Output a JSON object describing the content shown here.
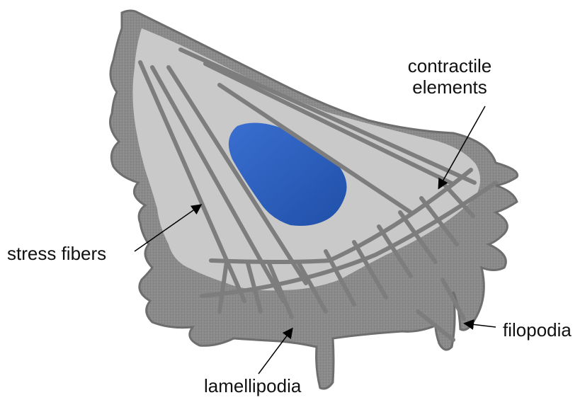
{
  "labels": {
    "contractile_line1": "contractile",
    "contractile_line2": "elements",
    "stress_fibers": "stress fibers",
    "filopodia": "filopodia",
    "lamellipodia": "lamellipodia"
  },
  "colors": {
    "outer_cell": "#8c8c8c",
    "inner_cell": "#c8c8c8",
    "fibers": "#7d7d7d",
    "nucleus": "#2e5fb8",
    "text": "#111111"
  }
}
